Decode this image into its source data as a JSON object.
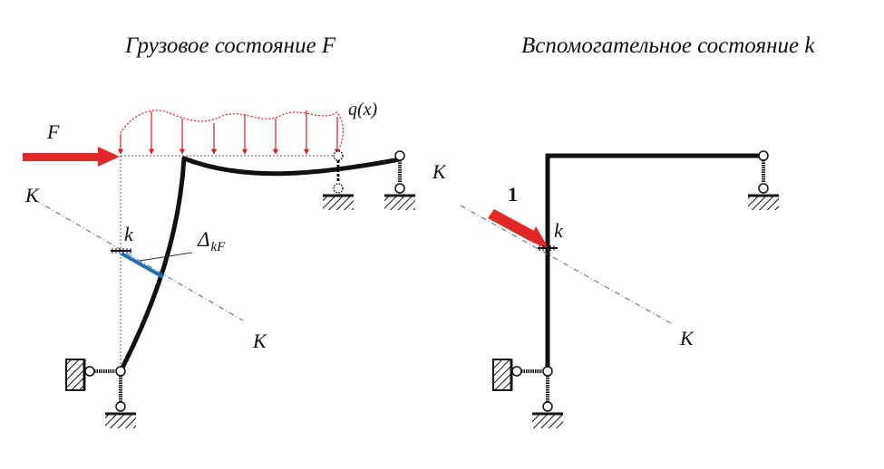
{
  "titles": {
    "left": "Грузовое состояние F",
    "right": "Вспомогательное состояние k"
  },
  "labels": {
    "force_f": "F",
    "load_q": "q(x)",
    "axis_k_left_top": "K",
    "axis_k_left_bottom": "K",
    "point_k_left": "k",
    "delta_main": "Δ",
    "delta_sub": "kF",
    "axis_k_right_top": "K",
    "axis_k_right_bottom": "K",
    "point_k_right": "k",
    "unit_force": "1"
  },
  "colors": {
    "frame": "#111111",
    "force_arrow": "#e32626",
    "load_arrows": "#d81b1b",
    "displacement": "#1f6fb2",
    "guide": "#666666"
  }
}
